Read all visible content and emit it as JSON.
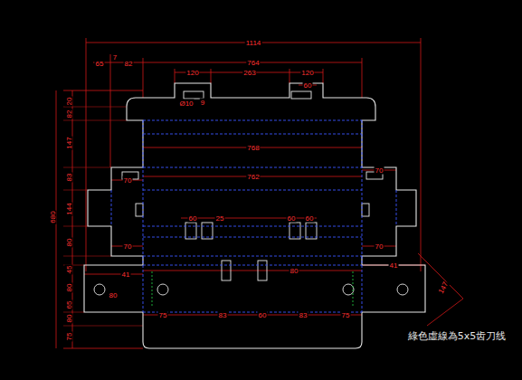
{
  "diagram": {
    "labels": [
      "1114",
      "65",
      "7",
      "82",
      "764",
      "120",
      "263",
      "120",
      "60",
      "Ø10",
      "9",
      "20",
      "82",
      "147",
      "83",
      "144",
      "80",
      "45",
      "80",
      "65",
      "80",
      "75",
      "680",
      "768",
      "762",
      "70",
      "70",
      "70",
      "70",
      "60",
      "25",
      "60",
      "60",
      "80",
      "75",
      "83",
      "60",
      "83",
      "75",
      "41",
      "41",
      "80",
      "147",
      "綠色虛線為5x5齿刀线"
    ]
  }
}
